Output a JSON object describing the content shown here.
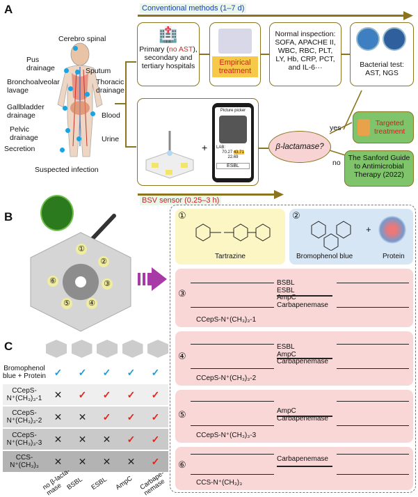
{
  "panel_a": {
    "letter": "A",
    "body_labels": {
      "cerebro": "Cerebro spinal",
      "pus": "Pus\ndrainage",
      "sputum": "Sputum",
      "bronch": "Bronchoalveolar\nlavage",
      "thoracic": "Thoracic\ndrainage",
      "gallbladder": "Gallbladder\ndrainage",
      "blood": "Blood",
      "pelvic": "Pelvic\ndrainage",
      "urine": "Urine",
      "secretion": "Secretion",
      "suspected": "Suspected infection"
    },
    "conventional_banner": "Conventional methods (1–7 d)",
    "hospital_text_1": "Primary (",
    "hospital_no_ast": "no AST",
    "hospital_text_2": "),\nsecondary and\ntertiary hospitals",
    "empirical": "Empirical\ntreatment",
    "normal_inspection": "Normal inspection:\nSOFA, APACHE II,\nWBC, RBC, PLT,\nLY, Hb, CRP, PCT,\nand IL-6···",
    "bacterial_test": "Bacterial test:\nAST, NGS",
    "phone_title": "Picture picker",
    "phone_lab_label": "LAB:",
    "phone_lab_values": [
      "70.27",
      "43.71",
      "22.69"
    ],
    "phone_result": "ESBL",
    "plus": "+",
    "beta_lactamase": "β-lactamase?",
    "yes": "yes",
    "no": "no",
    "targeted": "Targeted\ntreatment",
    "sanford": "The Sanford Guide\nto Antimicrobial\nTherapy (2022)",
    "bsv_banner": "BSV sensor (0.25–3 h)"
  },
  "panel_b": {
    "letter": "B",
    "well_numbers": [
      "①",
      "②",
      "③",
      "④",
      "⑤",
      "⑥"
    ],
    "mol1_num": "①",
    "mol1_name": "Tartrazine",
    "mol2_num": "②",
    "mol2_name": "Bromophenol blue",
    "mol2_plus": "+",
    "mol2_protein": "Protein",
    "mol3_num": "③",
    "mol3_enzymes": "BSBL\nESBL\nAmpC\nCarbapenemase",
    "mol3_name": "CCepS-N⁺(CH₃)₃-1",
    "mol4_num": "④",
    "mol4_enzymes": "ESBL\nAmpC\nCarbapenemase",
    "mol4_name": "CCepS-N⁺(CH₃)₃-2",
    "mol5_num": "⑤",
    "mol5_enzymes": "AmpC\nCarbapenemase",
    "mol5_name": "CCepS-N⁺(CH₃)₃-3",
    "mol6_num": "⑥",
    "mol6_enzymes": "Carbapenemase",
    "mol6_name": "CCS-N⁺(CH₃)₃"
  },
  "panel_c": {
    "letter": "C",
    "row_labels": [
      "Bromophenol\nblue + Protein",
      "CCepS-\nN⁺(CH₃)₃-1",
      "CCepS-\nN⁺(CH₃)₃-2",
      "CCepS-\nN⁺(CH₃)₃-3",
      "CCS-\nN⁺(CH₃)₃"
    ],
    "col_labels": [
      "no β-lacta-\nmase",
      "BSBL",
      "ESBL",
      "AmpC",
      "Carbape-\nnemase"
    ],
    "matrix": [
      [
        "✓",
        "✓",
        "✓",
        "✓",
        "✓"
      ],
      [
        "✕",
        "✓",
        "✓",
        "✓",
        "✓"
      ],
      [
        "✕",
        "✕",
        "✓",
        "✓",
        "✓"
      ],
      [
        "✕",
        "✕",
        "✕",
        "✓",
        "✓"
      ],
      [
        "✕",
        "✕",
        "✕",
        "✕",
        "✓"
      ]
    ],
    "colors": {
      "blue_tick": "#1e9ad6",
      "red_tick": "#e2231a"
    }
  },
  "colors": {
    "arrow": "#8a7420",
    "banner_blue": "#1a3fb0",
    "banner_red": "#d02020",
    "yellow_box": "#f7c948",
    "green_box": "#7fc36a",
    "pink_box": "#f9d7d7",
    "mol_yellow": "#fbf6c4",
    "mol_blue": "#d7e6f4"
  }
}
